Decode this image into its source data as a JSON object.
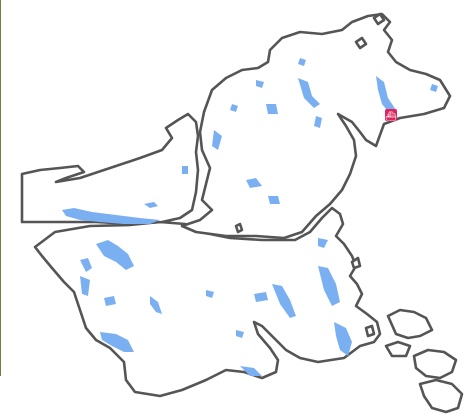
{
  "map": {
    "colors": {
      "background": "#ffffff",
      "land_fill": "#ffffff",
      "boundary": "#555555",
      "water": "#7ab0f2",
      "marker": "#e0245e",
      "marker_symbol": "#ffffff",
      "left_edge": "#7a7a40"
    },
    "marker": {
      "icon": "boat-icon",
      "symbol": "⛴"
    },
    "layers": [
      "land-boundary",
      "lakes",
      "marker"
    ]
  }
}
